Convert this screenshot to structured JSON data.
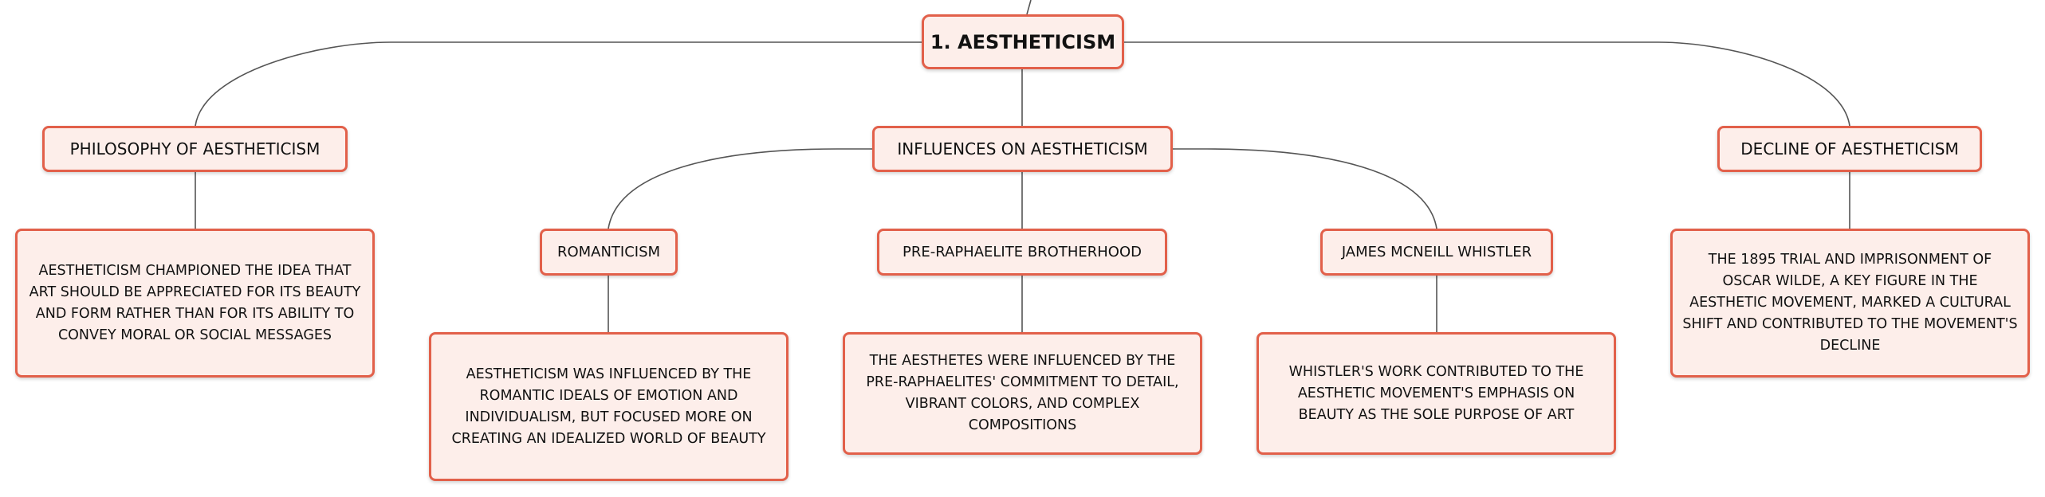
{
  "root": {
    "label": "1. AESTHETICISM"
  },
  "philosophy": {
    "label": "PHILOSOPHY OF AESTHETICISM",
    "description": "AESTHETICISM CHAMPIONED THE IDEA THAT ART SHOULD BE APPRECIATED FOR ITS BEAUTY AND FORM RATHER THAN FOR ITS ABILITY TO CONVEY MORAL OR SOCIAL MESSAGES"
  },
  "influences": {
    "label": "INFLUENCES ON AESTHETICISM",
    "romanticism": {
      "label": "ROMANTICISM",
      "description": "AESTHETICISM WAS INFLUENCED BY THE ROMANTIC IDEALS OF EMOTION AND INDIVIDUALISM, BUT FOCUSED MORE ON CREATING AN IDEALIZED WORLD OF BEAUTY"
    },
    "pre_raphaelite": {
      "label": "PRE-RAPHAELITE BROTHERHOOD",
      "description": "THE AESTHETES WERE INFLUENCED BY THE PRE-RAPHAELITES' COMMITMENT TO DETAIL, VIBRANT COLORS, AND COMPLEX COMPOSITIONS"
    },
    "whistler": {
      "label": "JAMES MCNEILL WHISTLER",
      "description": "WHISTLER'S WORK CONTRIBUTED TO THE AESTHETIC MOVEMENT'S EMPHASIS ON BEAUTY AS THE SOLE PURPOSE OF ART"
    }
  },
  "decline": {
    "label": "DECLINE OF AESTHETICISM",
    "description": "THE 1895 TRIAL AND IMPRISONMENT OF OSCAR WILDE, A KEY FIGURE IN THE AESTHETIC MOVEMENT, MARKED A CULTURAL SHIFT AND CONTRIBUTED TO THE MOVEMENT'S DECLINE"
  },
  "colors": {
    "border": "#e2604a",
    "fill": "#fdeeea",
    "connector": "#555555"
  }
}
